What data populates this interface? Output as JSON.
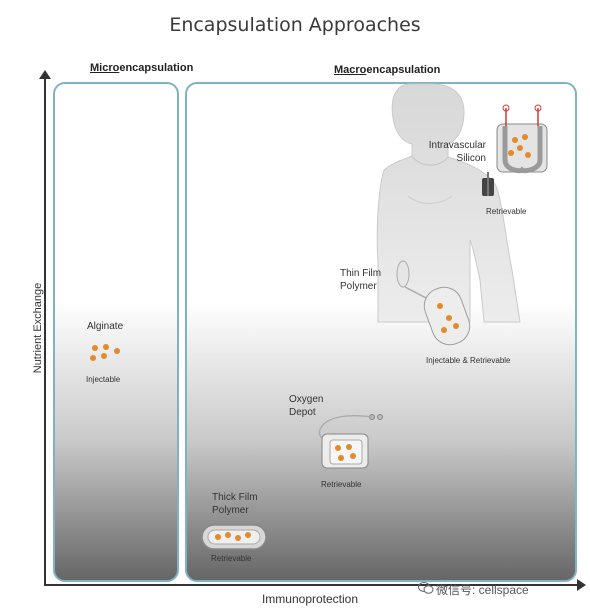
{
  "title": "Encapsulation Approaches",
  "axes": {
    "y_label": "Nutrient Exchange",
    "x_label": "Immunoprotection"
  },
  "micro": {
    "title_prefix": "Micro",
    "title_suffix": "encapsulation"
  },
  "macro": {
    "title_prefix": "Macro",
    "title_suffix": "encapsulation"
  },
  "items": {
    "alginate": {
      "name": "Alginate",
      "tag": "Injectable"
    },
    "intravascular": {
      "name_line1": "Intravascular",
      "name_line2": "Silicon",
      "tag": "Retrievable"
    },
    "thin_film": {
      "name_line1": "Thin Film",
      "name_line2": "Polymer",
      "tag": "Injectable & Retrievable"
    },
    "oxygen_depot": {
      "name_line1": "Oxygen",
      "name_line2": "Depot",
      "tag": "Retrievable"
    },
    "thick_film": {
      "name_line1": "Thick Film",
      "name_line2": "Polymer",
      "tag": "Retrievable"
    }
  },
  "watermark": "微信号: cellspace",
  "colors": {
    "panel_border": "#7fb3c2",
    "cell_dots": "#e38a2a"
  }
}
